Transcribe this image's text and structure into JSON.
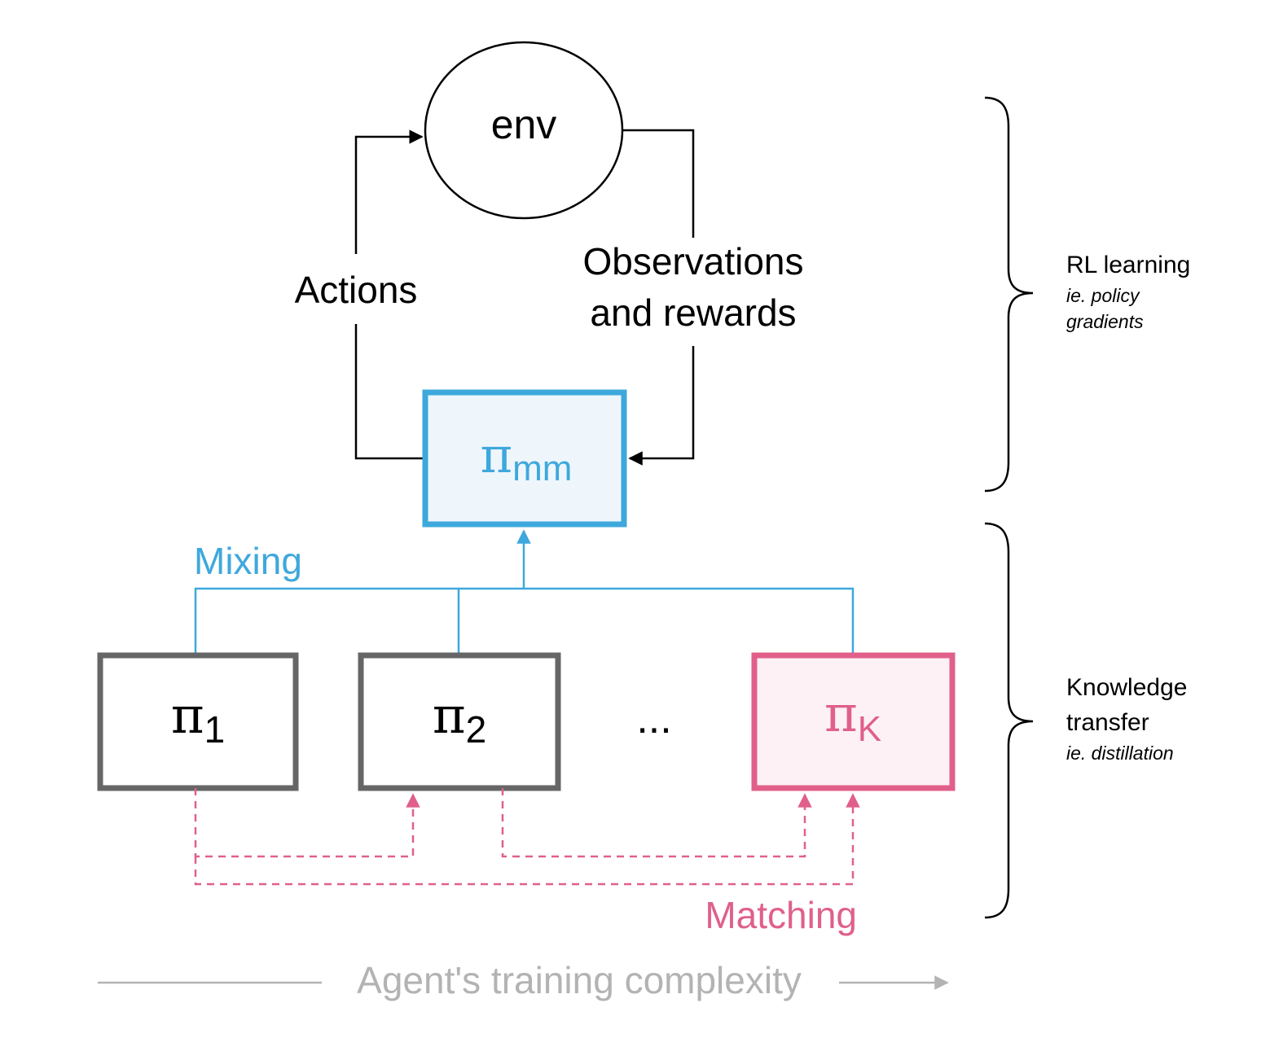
{
  "colors": {
    "black": "#000000",
    "gray_box": "#666666",
    "blue": "#3ea8dc",
    "blue_fill": "#eef6fc",
    "pink": "#e0608a",
    "pink_fill": "#fdf1f5",
    "axis_gray": "#b3b3b3"
  },
  "env": {
    "label": "env"
  },
  "loop": {
    "actions": "Actions",
    "observations_line1": "Observations",
    "observations_line2": "and rewards"
  },
  "policies": {
    "mixture": {
      "symbol": "π",
      "subscript": "mm"
    },
    "p1": {
      "symbol": "π",
      "subscript": "1"
    },
    "p2": {
      "symbol": "π",
      "subscript": "2"
    },
    "ellipsis": "...",
    "pk": {
      "symbol": "π",
      "subscript": "K"
    }
  },
  "labels": {
    "mixing": "Mixing",
    "matching": "Matching",
    "complexity": "Agent's training complexity"
  },
  "braces": {
    "rl": {
      "title": "RL learning",
      "sub1": "ie. policy",
      "sub2": "gradients"
    },
    "kt": {
      "title1": "Knowledge",
      "title2": "transfer",
      "sub": "ie. distillation"
    }
  }
}
